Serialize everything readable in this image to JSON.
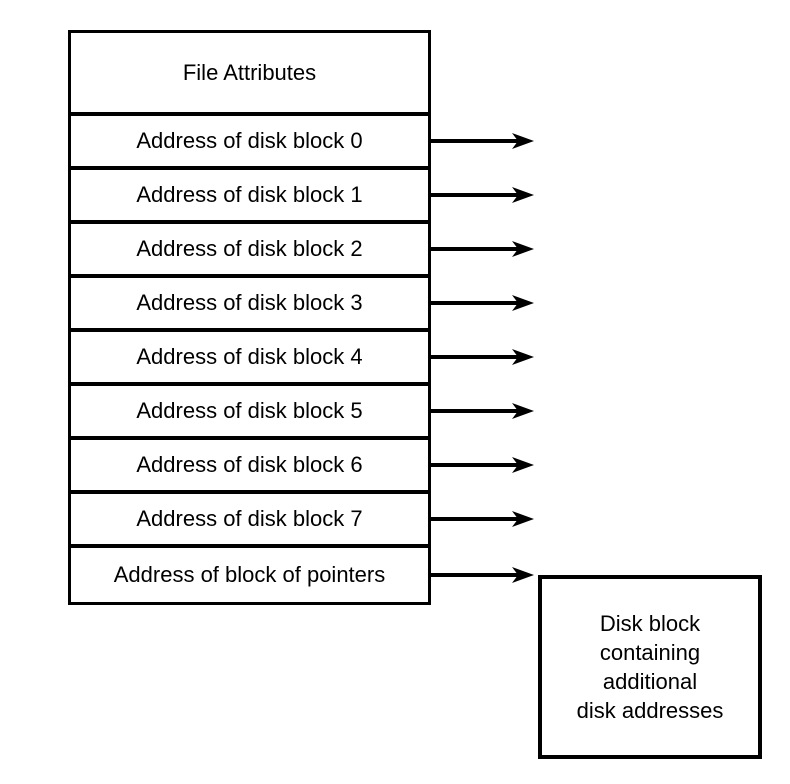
{
  "colors": {
    "line": "#000000",
    "text": "#000000",
    "background": "#ffffff"
  },
  "inode": {
    "header": "File Attributes",
    "rows": [
      {
        "label": "Address of disk block 0"
      },
      {
        "label": "Address of disk block 1"
      },
      {
        "label": "Address of disk block 2"
      },
      {
        "label": "Address of disk block 3"
      },
      {
        "label": "Address of disk block 4"
      },
      {
        "label": "Address of disk block 5"
      },
      {
        "label": "Address of disk block 6"
      },
      {
        "label": "Address of disk block 7"
      },
      {
        "label": "Address of block of pointers"
      }
    ]
  },
  "indirect_block": {
    "lines": [
      "Disk block",
      "containing",
      "additional",
      "disk addresses"
    ]
  }
}
